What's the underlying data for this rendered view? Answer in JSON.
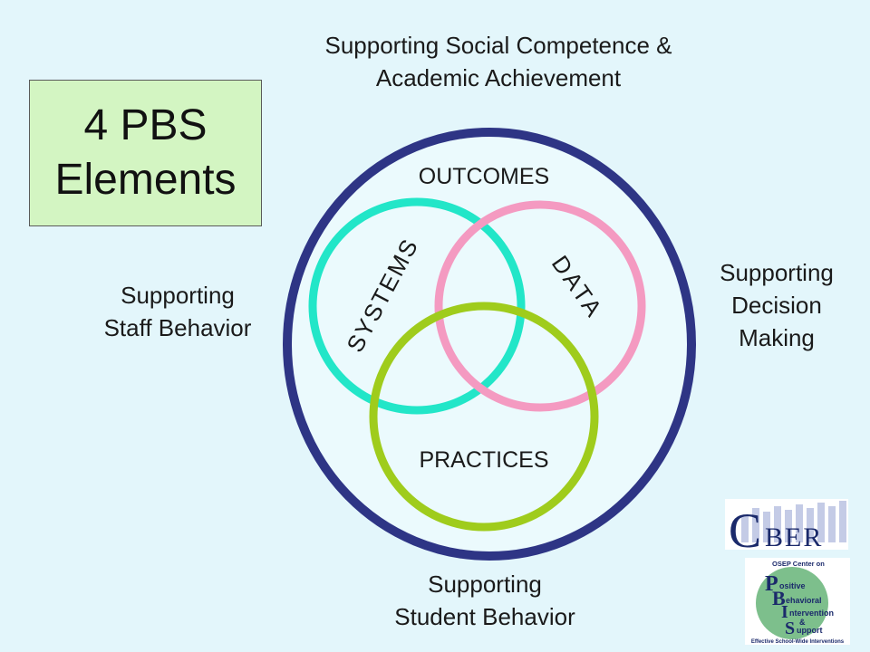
{
  "title": {
    "line1": "4 PBS",
    "line2": "Elements"
  },
  "captions": {
    "top": {
      "line1": "Supporting Social Competence &",
      "line2": "Academic Achievement"
    },
    "left": {
      "line1": "Supporting",
      "line2": "Staff Behavior"
    },
    "right": {
      "line1": "Supporting",
      "line2": "Decision",
      "line3": "Making"
    },
    "bottom": {
      "line1": "Supporting",
      "line2": "Student Behavior"
    }
  },
  "diagram": {
    "outer_label": "OUTCOMES",
    "circle_systems": "SYSTEMS",
    "circle_data": "DATA",
    "circle_practices": "PRACTICES"
  },
  "logos": {
    "cber": {
      "big_letter": "C",
      "rest": "BER"
    },
    "pbis": {
      "header": "OSEP Center on",
      "letter_p": "P",
      "word_p": "ositive",
      "letter_b": "B",
      "word_b": "ehavioral",
      "letter_i": "I",
      "word_i": "ntervention",
      "amp": "&",
      "letter_s": "S",
      "word_s": "upport",
      "footer": "Effective School-Wide Interventions"
    }
  },
  "colors": {
    "background": "#e3f6fb",
    "title_box": "#d3f5c2",
    "outer_ellipse": "#2e3585",
    "systems_circle": "#22e6c8",
    "data_circle": "#f49ac1",
    "practices_circle": "#9fcc1c"
  }
}
